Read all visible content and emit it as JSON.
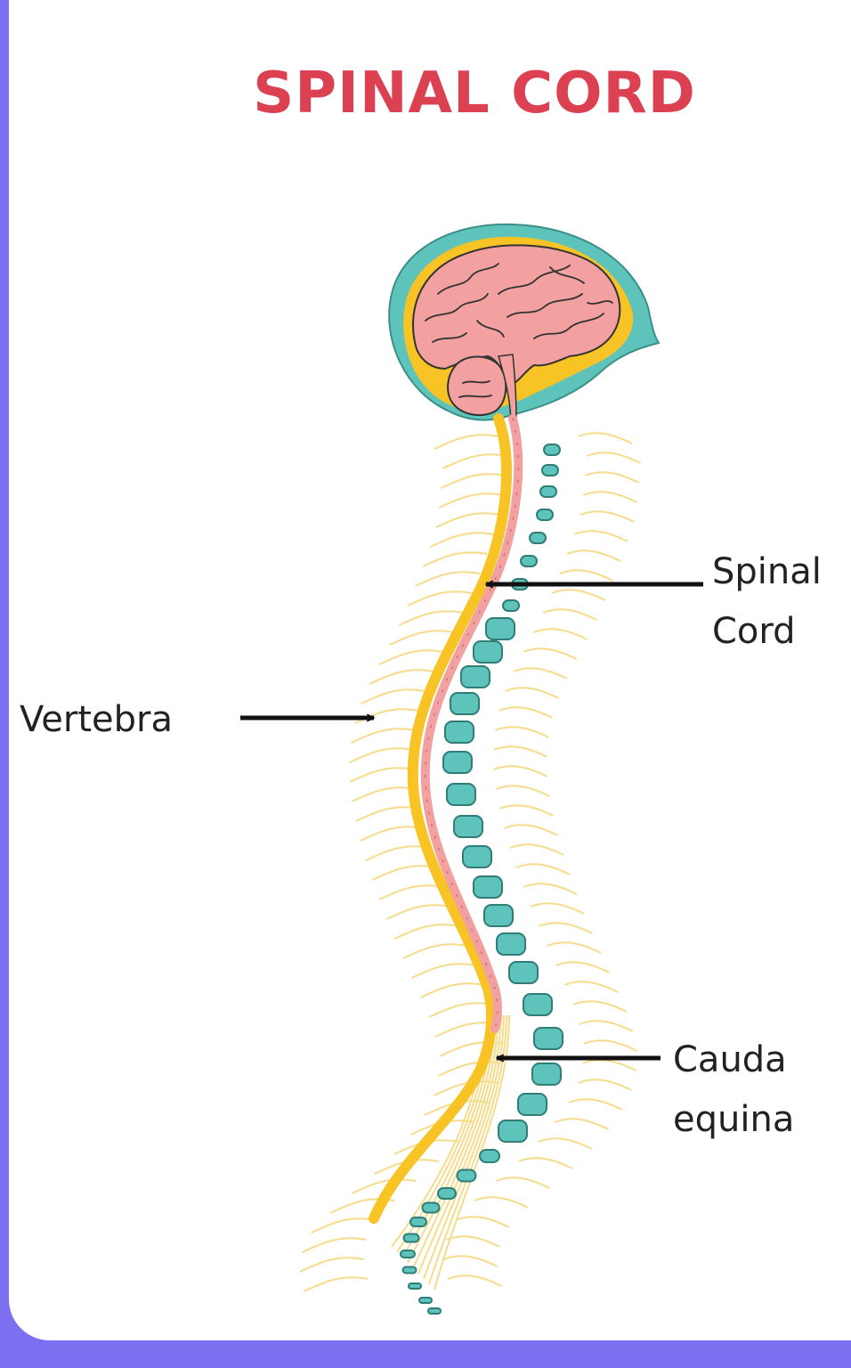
{
  "title": "SPINAL CORD",
  "labels": {
    "spinal_cord": [
      "Spinal",
      "Cord"
    ],
    "vertebra": "Vertebra",
    "cauda_equina": [
      "Cauda",
      "equina"
    ]
  },
  "colors": {
    "frame": "#7c6ff0",
    "title": "#dc4152",
    "skull": "#5ec4bb",
    "brain": "#f2a0a0",
    "brain_folds": "#333333",
    "meninges": "#f7c325",
    "spinal_cord": "#f2a0a0",
    "nerves": "#f5dc8c",
    "vertebrae": "#5ec4bb",
    "arrows": "#111111"
  }
}
